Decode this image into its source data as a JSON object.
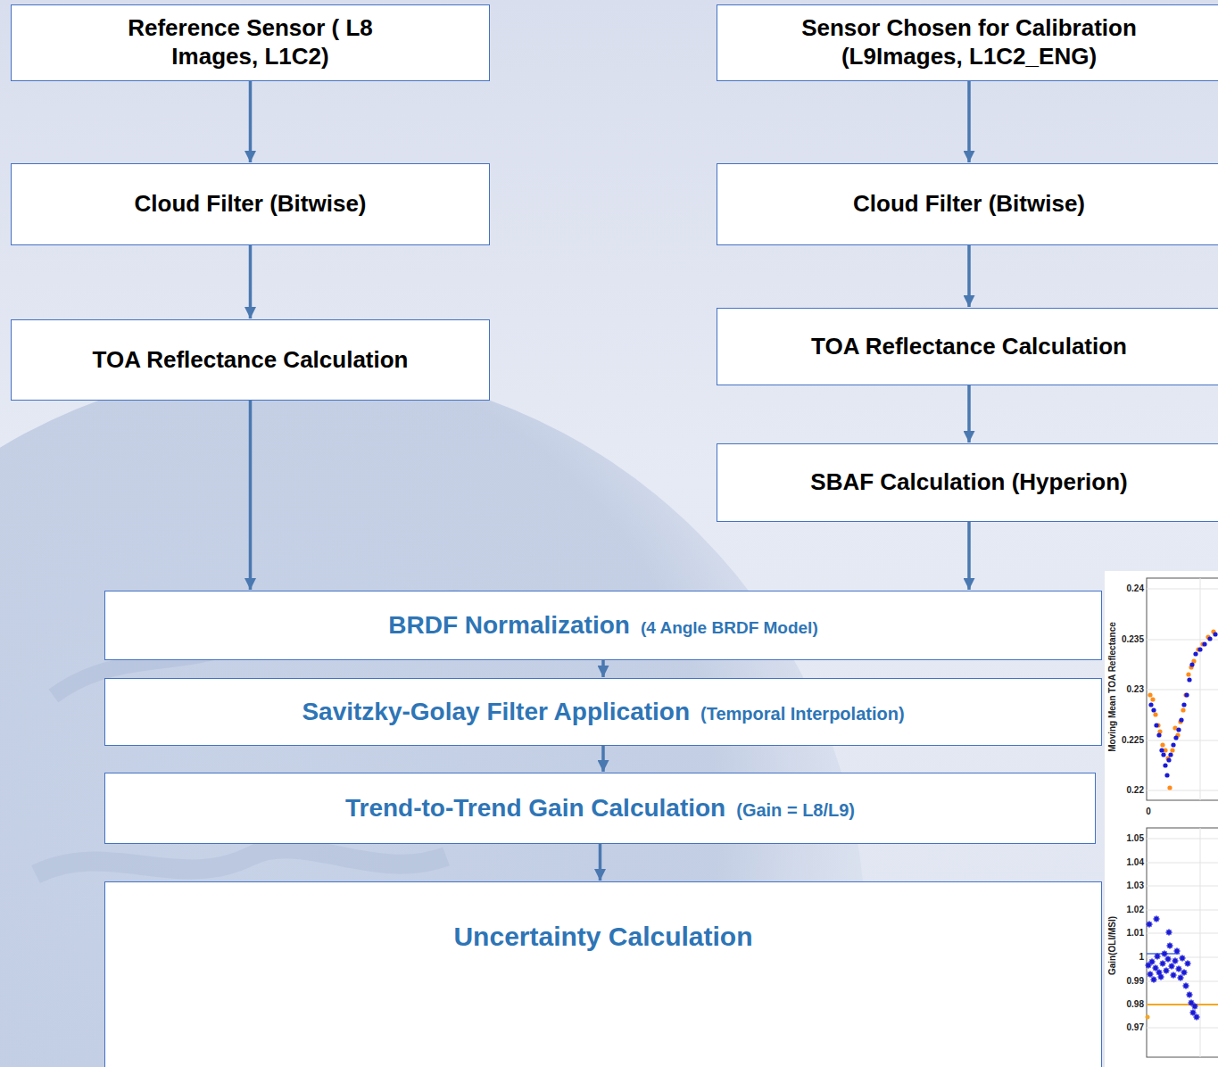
{
  "diagram": {
    "nodes": [
      {
        "text": [
          "Reference Sensor ( L8 Images, L1C2)"
        ]
      },
      {
        "text": [
          "Cloud Filter (Bitwise)"
        ]
      },
      {
        "text": [
          "TOA Reflectance Calculation"
        ]
      },
      {
        "text": [
          "Sensor Chosen for Calibration (L9Images, L1C2_ENG)"
        ]
      },
      {
        "text": [
          "Cloud Filter (Bitwise)"
        ]
      },
      {
        "text": [
          "TOA Reflectance Calculation"
        ]
      },
      {
        "text": [
          "SBAF Calculation (Hyperion)"
        ]
      },
      {
        "text": [
          "BRDF Normalization",
          "(4 Angle BRDF Model)"
        ]
      },
      {
        "text": [
          "Savitzky-Golay Filter Application",
          "(Temporal Interpolation)"
        ]
      },
      {
        "text": [
          "Trend-to-Trend Gain Calculation",
          "(Gain = L8/L9)"
        ]
      },
      {
        "text": [
          "Uncertainty Calculation"
        ]
      }
    ],
    "edges": [
      {
        "from": 0,
        "to": 1,
        "arrow": "to"
      },
      {
        "from": 1,
        "to": 2,
        "arrow": "to"
      },
      {
        "from": 2,
        "to": 7,
        "arrow": "to"
      },
      {
        "from": 3,
        "to": 4,
        "arrow": "to"
      },
      {
        "from": 4,
        "to": 5,
        "arrow": "to"
      },
      {
        "from": 5,
        "to": 6,
        "arrow": "to"
      },
      {
        "from": 6,
        "to": 7,
        "arrow": "to"
      },
      {
        "from": 7,
        "to": 8,
        "arrow": "to"
      },
      {
        "from": 8,
        "to": 9,
        "arrow": "to"
      },
      {
        "from": 9,
        "to": 10,
        "arrow": "to"
      }
    ],
    "labels": [
      "0.24",
      "0.235",
      "0.23",
      "0.225",
      "0.22",
      "0",
      "Moving Mean TOA Reflectance",
      "1.05",
      "1.04",
      "1.03",
      "1.02",
      "1.01",
      "1",
      "0.99",
      "0.98",
      "0.97",
      "Gain(OLI/MSI)"
    ]
  }
}
